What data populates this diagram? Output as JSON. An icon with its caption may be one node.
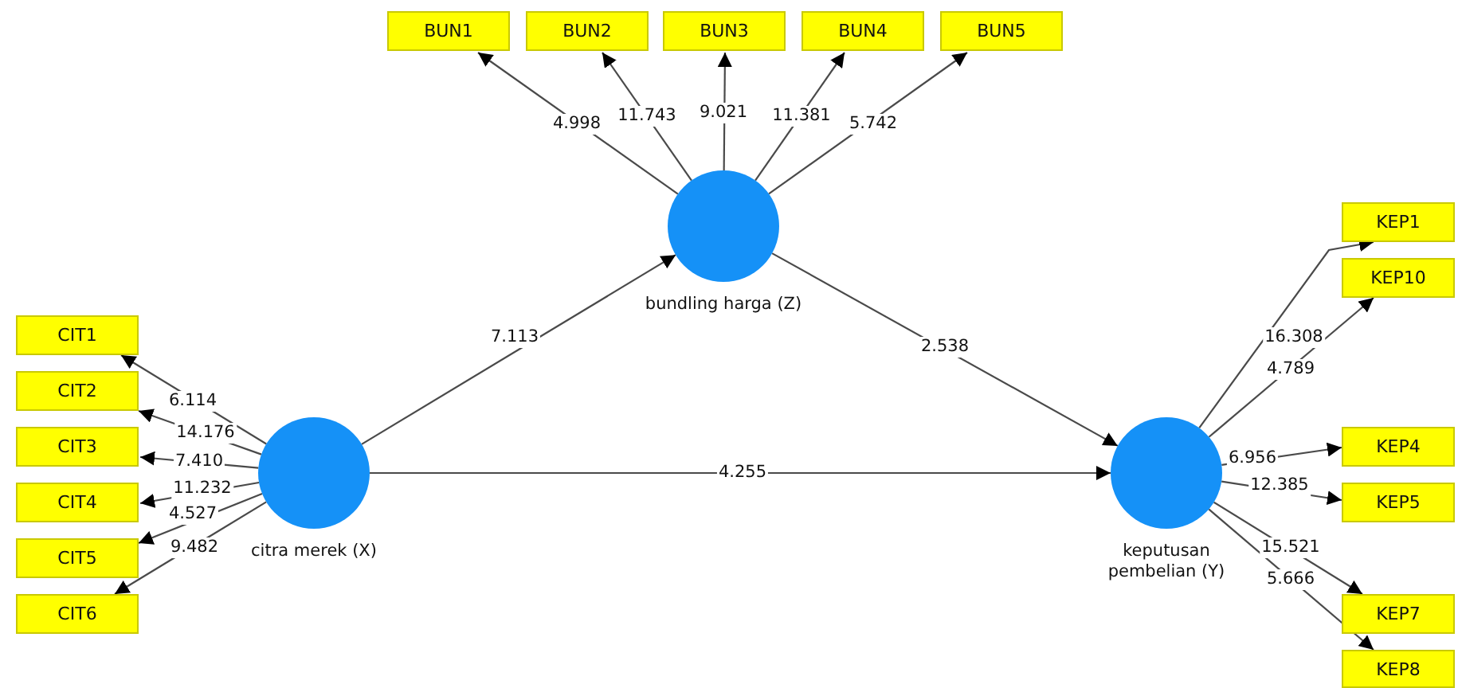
{
  "diagram": {
    "nodes": [
      {
        "text": [
          "BUN1"
        ]
      },
      {
        "text": [
          "BUN2"
        ]
      },
      {
        "text": [
          "BUN3"
        ]
      },
      {
        "text": [
          "BUN4"
        ]
      },
      {
        "text": [
          "BUN5"
        ]
      },
      {
        "text": [],
        "shape": "circle",
        "beside": [
          "bundling harga (Z)"
        ]
      },
      {
        "text": [
          "KEP1"
        ]
      },
      {
        "text": [
          "KEP10"
        ]
      },
      {
        "text": [
          "CIT1"
        ]
      },
      {
        "text": [
          "CIT2"
        ]
      },
      {
        "text": [
          "CIT3"
        ]
      },
      {
        "text": [
          "CIT4"
        ]
      },
      {
        "text": [
          "CIT5"
        ]
      },
      {
        "text": [
          "CIT6"
        ]
      },
      {
        "text": [],
        "shape": "circle",
        "beside": [
          "citra merek (X)"
        ]
      },
      {
        "text": [
          "KEP4"
        ]
      },
      {
        "text": [
          "KEP5"
        ]
      },
      {
        "text": [],
        "shape": "circle",
        "beside": [
          "keputusan pembelian (Y)"
        ]
      },
      {
        "text": [
          "KEP7"
        ]
      },
      {
        "text": [
          "KEP8"
        ]
      }
    ],
    "edges": [
      {
        "from": 5,
        "to": 0,
        "arrow": "to",
        "label": "4.998"
      },
      {
        "from": 5,
        "to": 1,
        "arrow": "to",
        "label": "11.743"
      },
      {
        "from": 5,
        "to": 2,
        "arrow": "to",
        "label": "9.021"
      },
      {
        "from": 5,
        "to": 3,
        "arrow": "to",
        "label": "11.381"
      },
      {
        "from": 5,
        "to": 4,
        "arrow": "to",
        "label": "5.742"
      },
      {
        "from": 14,
        "to": 8,
        "arrow": "to",
        "label": "6.114"
      },
      {
        "from": 14,
        "to": 9,
        "arrow": "to",
        "label": "14.176"
      },
      {
        "from": 14,
        "to": 10,
        "arrow": "to",
        "label": "7.410"
      },
      {
        "from": 14,
        "to": 11,
        "arrow": "to",
        "label": "11.232"
      },
      {
        "from": 14,
        "to": 12,
        "arrow": "to",
        "label": "4.527"
      },
      {
        "from": 14,
        "to": 13,
        "arrow": "to",
        "label": "9.482"
      },
      {
        "from": 17,
        "to": 6,
        "arrow": "to",
        "label": "16.308"
      },
      {
        "from": 17,
        "to": 7,
        "arrow": "to",
        "label": "4.789"
      },
      {
        "from": 17,
        "to": 15,
        "arrow": "to",
        "label": "6.956"
      },
      {
        "from": 17,
        "to": 16,
        "arrow": "to",
        "label": "12.385"
      },
      {
        "from": 17,
        "to": 18,
        "arrow": "to",
        "label": "15.521"
      },
      {
        "from": 17,
        "to": 19,
        "arrow": "to",
        "label": "5.666"
      },
      {
        "from": 14,
        "to": 5,
        "arrow": "to",
        "label": "7.113"
      },
      {
        "from": 5,
        "to": 17,
        "arrow": "to",
        "label": "2.538"
      },
      {
        "from": 14,
        "to": 17,
        "arrow": "to",
        "label": "4.255"
      }
    ]
  }
}
